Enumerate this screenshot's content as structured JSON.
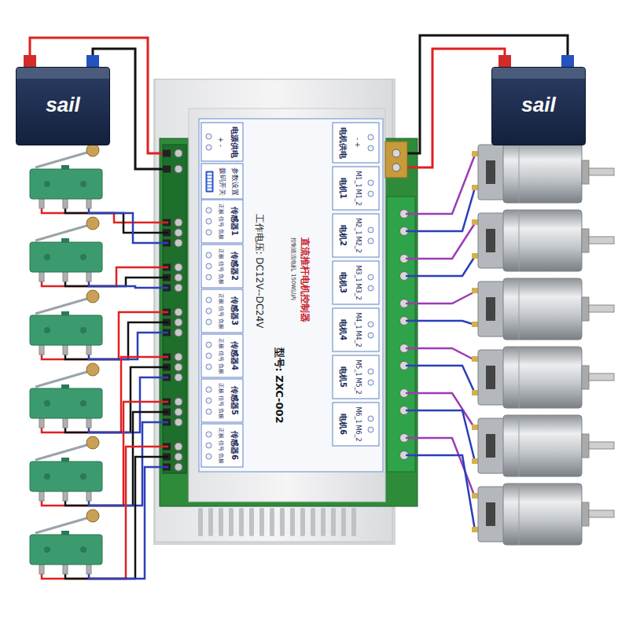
{
  "diagram": {
    "nodes": [
      {
        "text": [
          "sail"
        ]
      },
      {
        "text": [
          "sail"
        ]
      },
      {
        "text": [
          "直流推杆电机控制器",
          "控制直流电机, 150W以内",
          "工作电压: DC12V--DC24V",
          "型号: ZXC-002"
        ]
      },
      {
        "text": [
          "电源供电",
          "+",
          "-"
        ],
        "in": 2
      },
      {
        "text": [
          "电机供电",
          "-",
          "+"
        ],
        "in": 2
      },
      {
        "text": [
          "参数设置",
          "拨码开关"
        ],
        "in": 2
      },
      {
        "text": [
          "传感器1",
          "正极",
          "信号",
          "负极"
        ],
        "in": 2
      },
      {
        "text": [
          "传感器2",
          "正极",
          "信号",
          "负极"
        ],
        "in": 2
      },
      {
        "text": [
          "传感器3",
          "正极",
          "信号",
          "负极"
        ],
        "in": 2
      },
      {
        "text": [
          "传感器4",
          "正极",
          "信号",
          "负极"
        ],
        "in": 2
      },
      {
        "text": [
          "传感器5",
          "正极",
          "信号",
          "负极"
        ],
        "in": 2
      },
      {
        "text": [
          "传感器6",
          "正极",
          "信号",
          "负极"
        ],
        "in": 2
      },
      {
        "text": [
          "电机1",
          "M1_1",
          "M1_2"
        ],
        "in": 2
      },
      {
        "text": [
          "电机2",
          "M2_1",
          "M2_2"
        ],
        "in": 2
      },
      {
        "text": [
          "电机3",
          "M3_1",
          "M3_2"
        ],
        "in": 2
      },
      {
        "text": [
          "电机4",
          "M4_1",
          "M4_2"
        ],
        "in": 2
      },
      {
        "text": [
          "电机5",
          "M5_1",
          "M5_2"
        ],
        "in": 2
      },
      {
        "text": [
          "电机6",
          "M6_1",
          "M6_2"
        ],
        "in": 2
      }
    ]
  }
}
